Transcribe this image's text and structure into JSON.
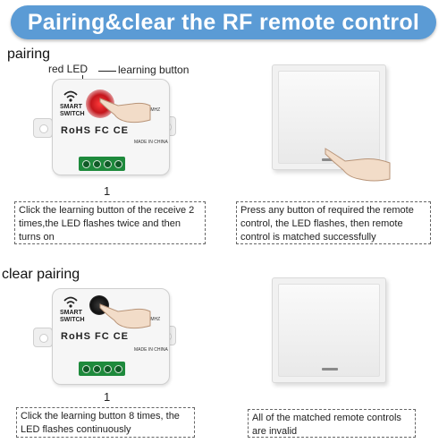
{
  "banner": {
    "title": "Pairing&clear the RF remote control"
  },
  "pairing": {
    "title": "pairing",
    "red_led_label": "red LED",
    "learning_button_label": "learning button",
    "step_number": "1",
    "step1_text": "Click the learning button of the receive 2 times,the LED flashes twice and then turns on",
    "step2_text": "Press any button of required the remote control, the LED flashes, then remote control is matched successfully"
  },
  "clear": {
    "title": "clear pairing",
    "step_number": "1",
    "step1_text": "Click the learning button 8 times, the LED flashes continuously",
    "step2_text": "All of the matched remote controls are invalid"
  },
  "module": {
    "smart_switch": "SMART SWITCH",
    "marks": "RoHS FC CE",
    "made_in": "MADE IN CHINA",
    "freq": "433MHZ"
  },
  "colors": {
    "banner": "#5b9bd5",
    "terminal": "#1e8a3c",
    "led_active": "#c4161c",
    "led_idle": "#1a1a1a"
  }
}
